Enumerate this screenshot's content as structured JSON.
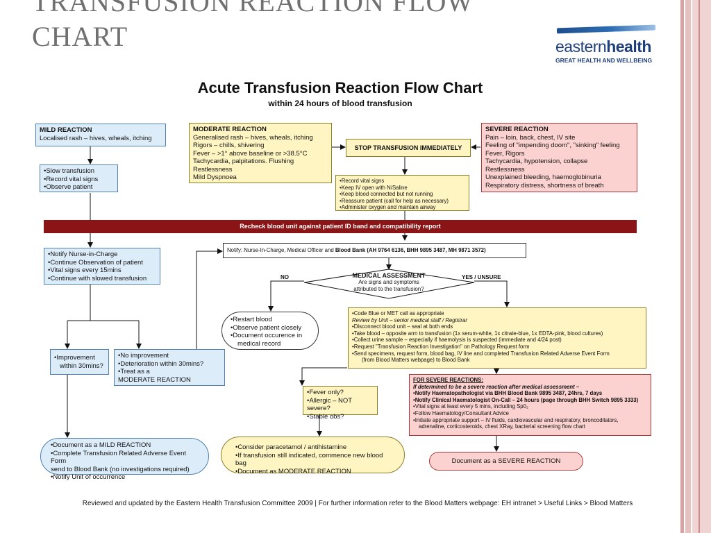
{
  "slide": {
    "title_line1": "TRANSFUSION REACTION FLOW",
    "title_line2": "CHART"
  },
  "logo": {
    "word_prefix": "eastern",
    "word_bold": "health",
    "tagline": "GREAT HEALTH AND WELLBEING"
  },
  "chart": {
    "title": "Acute Transfusion Reaction Flow Chart",
    "subtitle": "within 24 hours of blood transfusion",
    "mild": {
      "header": "MILD REACTION",
      "text": "Localised rash – hives, wheals, itching"
    },
    "mild_actions": [
      "•Slow transfusion",
      "•Record vital signs",
      "•Observe patient"
    ],
    "moderate": {
      "header": "MODERATE REACTION",
      "lines": [
        "Generalised rash – hives, wheals, itching",
        "Rigors – chills, shivering",
        "Fever – >1° above baseline or >38.5°C",
        "Tachycardia, palpitations. Flushing",
        "Restlessness",
        "Mild Dyspnoea"
      ]
    },
    "stop": "STOP TRANSFUSION IMMEDIATELY",
    "severe": {
      "header": "SEVERE REACTION",
      "lines": [
        "Pain – loin, back, chest, IV site",
        "Feeling of \"impending doom\", \"sinking\" feeling",
        "Fever, Rigors",
        "Tachycardia, hypotension, collapse",
        "Restlessness",
        "Unexplained bleeding, haemoglobinuria",
        "Respiratory distress, shortness of breath"
      ]
    },
    "immediate_actions": [
      "•Record vital signs",
      "•Keep IV open with N/Saline",
      "•Keep blood connected but not running",
      "•Reassure patient (call for help as necessary)",
      "•Administer oxygen and maintain airway"
    ],
    "banner": "Recheck blood unit against patient ID band and compatibility report",
    "mild_followup": [
      "•Notify Nurse-in-Charge",
      "•Continue Observation of patient",
      "•Vital signs every 15mins",
      "•Continue with slowed transfusion"
    ],
    "notify": {
      "prefix": "Notify: Nurse-In-Charge, Medical Officer and ",
      "bold": "Blood Bank (AH 9764 6136, BHH 9895 3487, MH 9871 3572)"
    },
    "assessment": {
      "header": "MEDICAL ASSESSMENT",
      "line1": "Are signs and symptoms",
      "line2": "attributed to the transfusion?",
      "no_label": "NO",
      "yes_label": "YES / UNSURE"
    },
    "restart": [
      "•Restart blood",
      "•Observe patient closely",
      "•Document occurence in",
      "  medical record"
    ],
    "code_blue": [
      "•Code Blue or MET call as appropriate",
      "Review by Unit – senior medical staff / Registrar",
      "•Disconnect blood unit – seal at both ends",
      "•Take blood – opposite arm to transfusion (1x serum-white, 1x citrate-blue, 1x EDTA-pink, blood cultures)",
      "•Collect urine sample – especially if haemolysis is suspected (immediate and 4/24 post)",
      "•Request \"Transfusion Reaction Investigation\" on Pathology Request form",
      "•Send specimens, request form, blood bag, IV line and completed Transfusion Related Adverse Event Form",
      "  (from Blood Matters webpage) to Blood Bank"
    ],
    "improvement": [
      "•Improvement",
      "  within 30mins?"
    ],
    "no_improvement": [
      "•No improvement",
      "•Deterioration within 30mins?",
      "•Treat as a",
      "MODERATE REACTION"
    ],
    "fever_only": [
      "•Fever only?",
      "•Allergic – NOT severe?",
      "•Stable obs?"
    ],
    "severe_followup": [
      "FOR SEVERE REACTIONS:",
      "If determined to be a severe reaction after medical assessment –",
      "•Notify Haematopathologist via BHH Blood Bank 9895 3487, 24hrs, 7 days",
      "•Notify Clinical Haematologist On-Call – 24 hours (page through BHH Switch 9895 3333)",
      "•Vital signs at least every 5 mins, including Sp0₂",
      "•Follow Haematology/Consultant Advice",
      "•Initiate appropriate support – IV fluids, cardiovascular and respiratory, broncodilators,",
      "  adrenaline, corticosteroids, chest XRay, bacterial screening flow chart"
    ],
    "doc_mild": [
      "•Document as a MILD REACTION",
      "•Complete Transfusion Related Adverse Event Form",
      "send to Blood Bank (no investigations required)",
      "•Notify Unit of occurrence"
    ],
    "doc_moderate": [
      "•Consider paracetamol / antihistamine",
      "•If transfusion still indicated, commence new blood bag",
      "•Document as MODERATE REACTION"
    ],
    "doc_severe": "Document as a SEVERE REACTION",
    "footer": "Reviewed and updated by the Eastern Health Transfusion Committee 2009 | For further information refer to the Blood Matters webpage: EH intranet > Useful Links > Blood Matters"
  }
}
